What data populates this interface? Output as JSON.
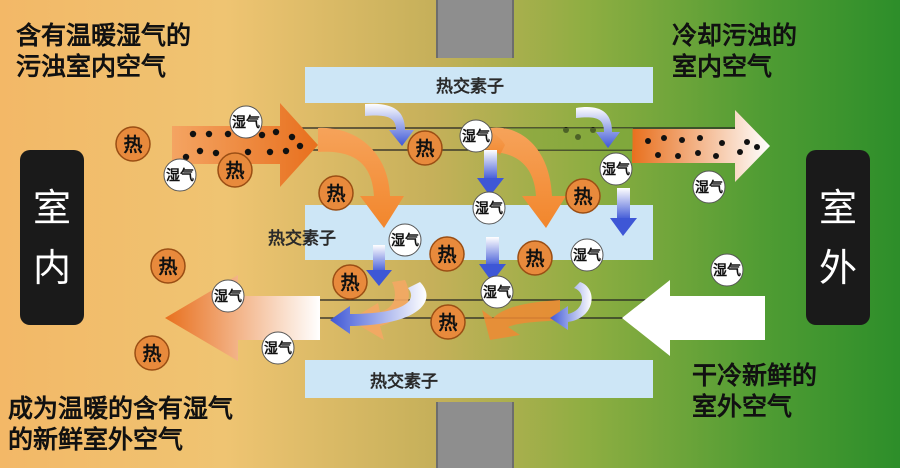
{
  "labels": {
    "top_left": [
      "含有温暖湿气的",
      "污浊室内空气"
    ],
    "top_right": [
      "冷却污浊的",
      "室内空气"
    ],
    "bottom_left": [
      "成为温暖的含有湿气",
      "的新鲜室外空气"
    ],
    "bottom_right": [
      "干冷新鲜的",
      "室外空气"
    ],
    "indoor": [
      "室",
      "内"
    ],
    "outdoor": [
      "室",
      "外"
    ],
    "element": "热交素子",
    "heat": "热",
    "moisture": "湿气"
  },
  "colors": {
    "heat_circle": "#e88a3c",
    "warm_arrow": "#f0832a",
    "moisture_arrow": "#4b63d8",
    "band": "#cde6f6",
    "pillar": "#1a1a1a"
  }
}
